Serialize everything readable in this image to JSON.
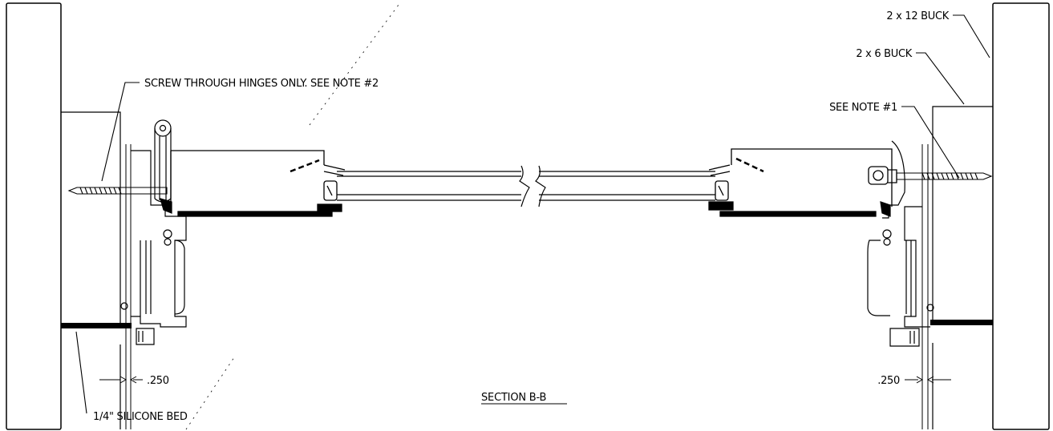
{
  "title": "SECTION B-B",
  "callouts": {
    "buck_12": "2 x 12 BUCK",
    "buck_6": "2 x 6 BUCK",
    "note_1": "SEE NOTE #1",
    "screw_note": "SCREW THROUGH HINGES ONLY. SEE NOTE #2",
    "silicone_bed": "1/4\" SILICONE BED"
  },
  "dimensions": {
    "left_gap": ".250",
    "right_gap": ".250"
  }
}
